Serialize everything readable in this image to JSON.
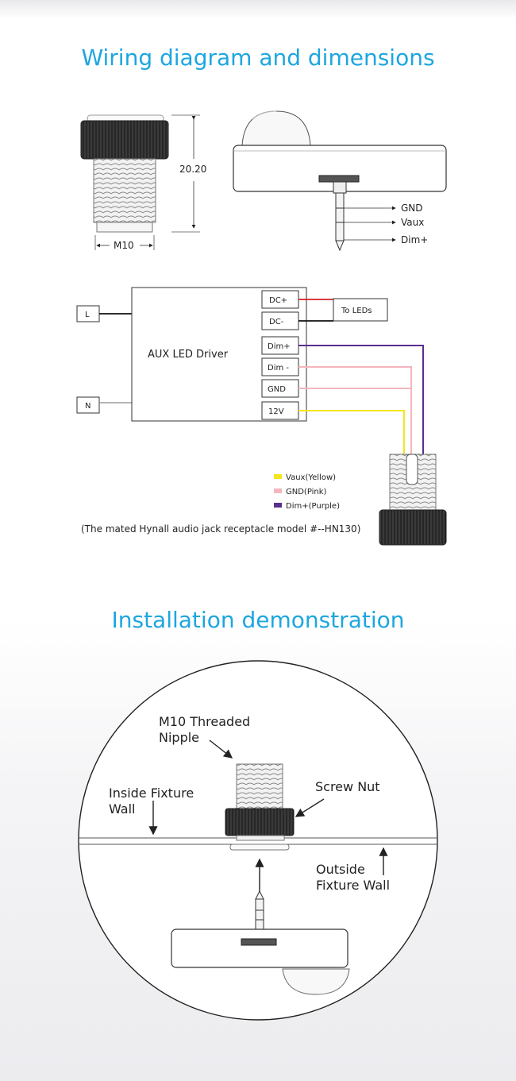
{
  "sections": {
    "wiring_title": "Wiring diagram and dimensions",
    "install_title": "Installation demonstration"
  },
  "dimensions": {
    "height": "20.20",
    "thread": "M10"
  },
  "jack_pins": [
    "GND",
    "Vaux",
    "Dim+"
  ],
  "driver": {
    "label": "AUX LED Driver",
    "line_in": "L",
    "neutral_in": "N",
    "terminals": [
      "DC+",
      "DC-",
      "Dim+",
      "Dim -",
      "GND",
      "12V"
    ],
    "output_label": "To LEDs"
  },
  "legend": [
    {
      "label": "Vaux(Yellow)",
      "color": "#f5e51c"
    },
    {
      "label": "GND(Pink)",
      "color": "#f4b6bd"
    },
    {
      "label": "Dim+(Purple)",
      "color": "#5a2d91"
    }
  ],
  "wire_colors": {
    "dc_plus": "#d62020",
    "dc_minus": "#111111"
  },
  "note": "(The mated Hynall audio jack receptacle model #--HN130)",
  "install": {
    "nipple": [
      "M10 Threaded",
      "Nipple"
    ],
    "inside_wall": [
      "Inside Fixture",
      "Wall"
    ],
    "screw_nut": "Screw Nut",
    "outside_wall": [
      "Outside",
      "Fixture Wall"
    ]
  }
}
